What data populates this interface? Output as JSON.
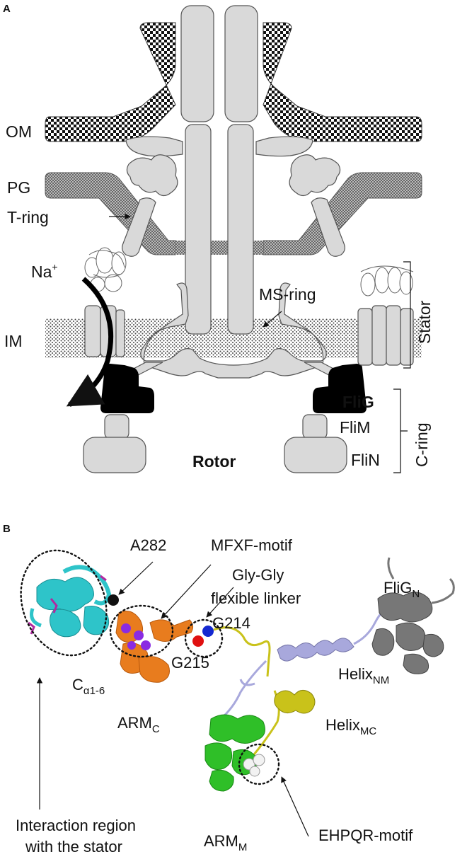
{
  "panel_a": {
    "letter": "A",
    "labels": {
      "om": "OM",
      "pg": "PG",
      "t_ring": "T-ring",
      "ion": "Na",
      "ion_charge": "+",
      "im": "IM",
      "ms_ring": "MS-ring",
      "stator": "Stator",
      "flig": "FliG",
      "flim": "FliM",
      "flin": "FliN",
      "c_ring": "C-ring",
      "rotor": "Rotor"
    }
  },
  "panel_b": {
    "letter": "B",
    "labels": {
      "a282": "A282",
      "mfxf": "MFXF-motif",
      "glygly_1": "Gly-Gly",
      "glygly_2": "flexible linker",
      "g214": "G214",
      "g215": "G215",
      "flign": "FliG",
      "flign_sub": "N",
      "calpha": "C",
      "calpha_sub": "α1-6",
      "armc": "ARM",
      "armc_sub": "C",
      "helixnm": "Helix",
      "helixnm_sub": "NM",
      "helixmc": "Helix",
      "helixmc_sub": "MC",
      "interaction_1": "Interaction region",
      "interaction_2": "with the stator",
      "armm": "ARM",
      "armm_sub": "M",
      "ehpqr": "EHPQR-motif"
    }
  },
  "colors": {
    "protein_gray": "#d9d9d9",
    "outline": "#555555",
    "flig_black": "#000000",
    "cyan": "#2ec4c9",
    "orange": "#e87c1e",
    "green": "#2fbf28",
    "yellow": "#c9c21a",
    "lavender": "#a8a8dc",
    "dark_gray": "#777777",
    "purple": "#8a2be2",
    "red": "#e01010",
    "blue": "#1428d0"
  }
}
